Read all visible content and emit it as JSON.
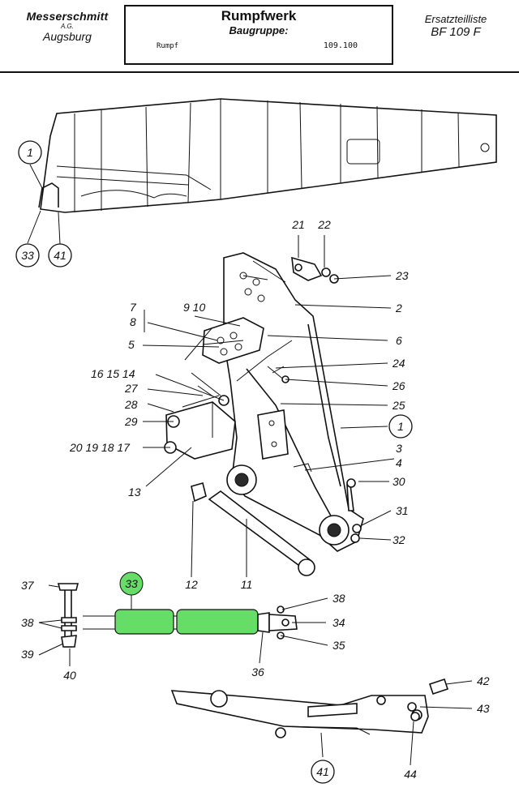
{
  "header": {
    "company": "Messerschmitt",
    "company_suffix": "A.G.",
    "city": "Augsburg",
    "section_title": "Rumpfwerk",
    "group_label": "Baugruppe:",
    "group_name": "Rumpf",
    "group_number": "109.100",
    "list_title": "Ersatzteilliste",
    "model": "BF 109 F"
  },
  "highlight_color": "#66dd66",
  "labels": [
    "1",
    "33",
    "41",
    "21",
    "22",
    "23",
    "2",
    "7",
    "8",
    "9 10",
    "5",
    "6",
    "24",
    "16 15 14",
    "26",
    "27",
    "25",
    "28",
    "29",
    "1",
    "20 19 18 17",
    "3",
    "4",
    "30",
    "13",
    "31",
    "32",
    "12",
    "11",
    "37",
    "33",
    "38",
    "38",
    "34",
    "39",
    "35",
    "40",
    "36",
    "42",
    "43",
    "41",
    "44"
  ]
}
